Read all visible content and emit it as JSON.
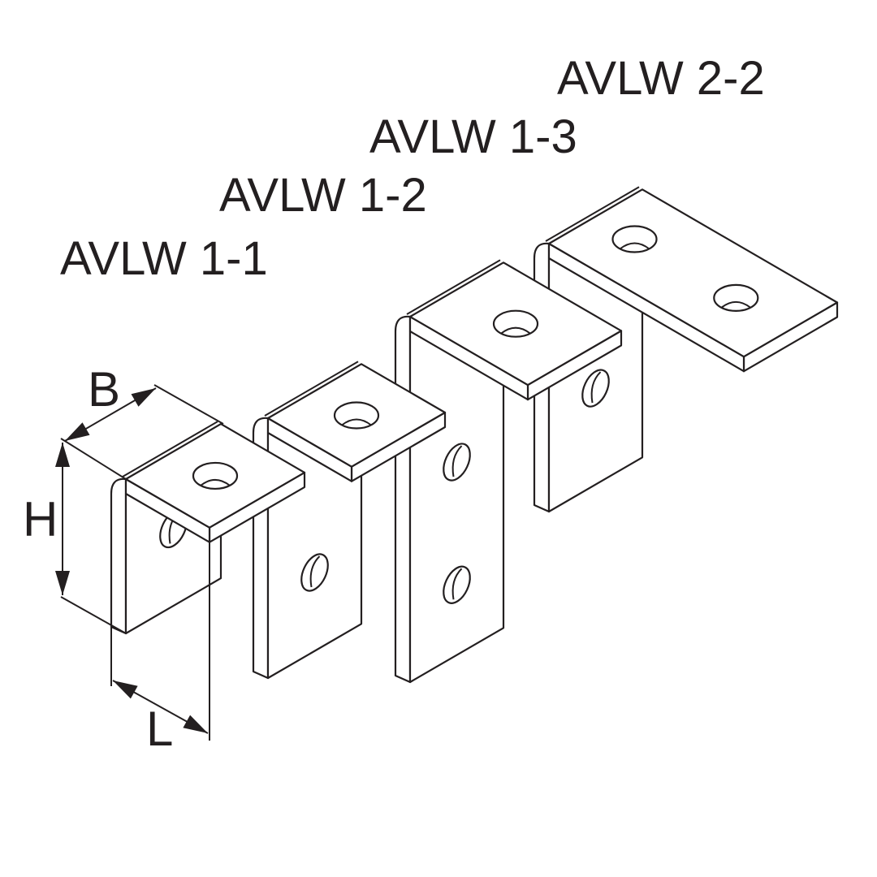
{
  "labels": [
    "AVLW 1-1",
    "AVLW 1-2",
    "AVLW 1-3",
    "AVLW 2-2"
  ],
  "dimensions": {
    "width": "B",
    "height": "H",
    "length": "L"
  },
  "colors": {
    "line": "#231f20",
    "fill": "#ffffff"
  }
}
